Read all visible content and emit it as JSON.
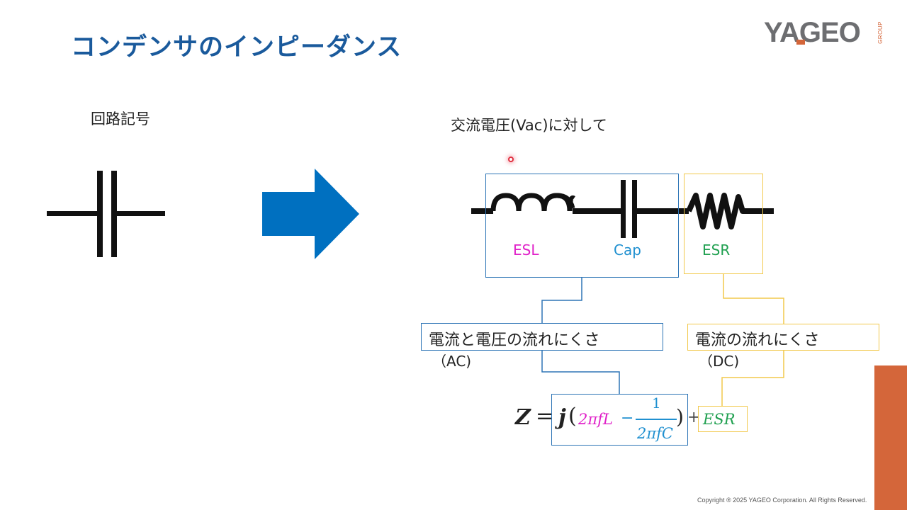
{
  "slide": {
    "title": "コンデンサのインピーダンス",
    "logo": {
      "text": "YAGEO",
      "group": "GROUP",
      "brand_color": "#6d6e71",
      "accent_color": "#d4663a"
    },
    "left_section": {
      "label": "回路記号",
      "symbol_icon": "capacitor-symbol-icon",
      "arrow_icon": "right-arrow-icon",
      "arrow_color": "#0070c0"
    },
    "right_section": {
      "label": "交流電圧(Vac)に対して",
      "components": [
        {
          "name": "ESL",
          "icon": "inductor-icon",
          "color": "#e020c8"
        },
        {
          "name": "Cap",
          "icon": "capacitor-icon",
          "color": "#2090d0"
        },
        {
          "name": "ESR",
          "icon": "resistor-icon",
          "color": "#20a050"
        }
      ],
      "ac_note": {
        "text": "電流と電圧の流れにくさ",
        "sub": "（AC)",
        "border_color": "#2e75b6"
      },
      "dc_note": {
        "text": "電流の流れにくさ",
        "sub": "（DC)",
        "border_color": "#f2c94c"
      },
      "formula": {
        "lhs": "Z",
        "equals": "=",
        "j": "j",
        "open_paren": "(",
        "inductive_term": "2πfL",
        "minus": "−",
        "numerator": "1",
        "denominator": "2πfC",
        "close_paren": ")",
        "plus": "+",
        "esr_term": "ESR"
      }
    },
    "footer": "Copyright ® 2025 YAGEO Corporation. All Rights Reserved."
  }
}
